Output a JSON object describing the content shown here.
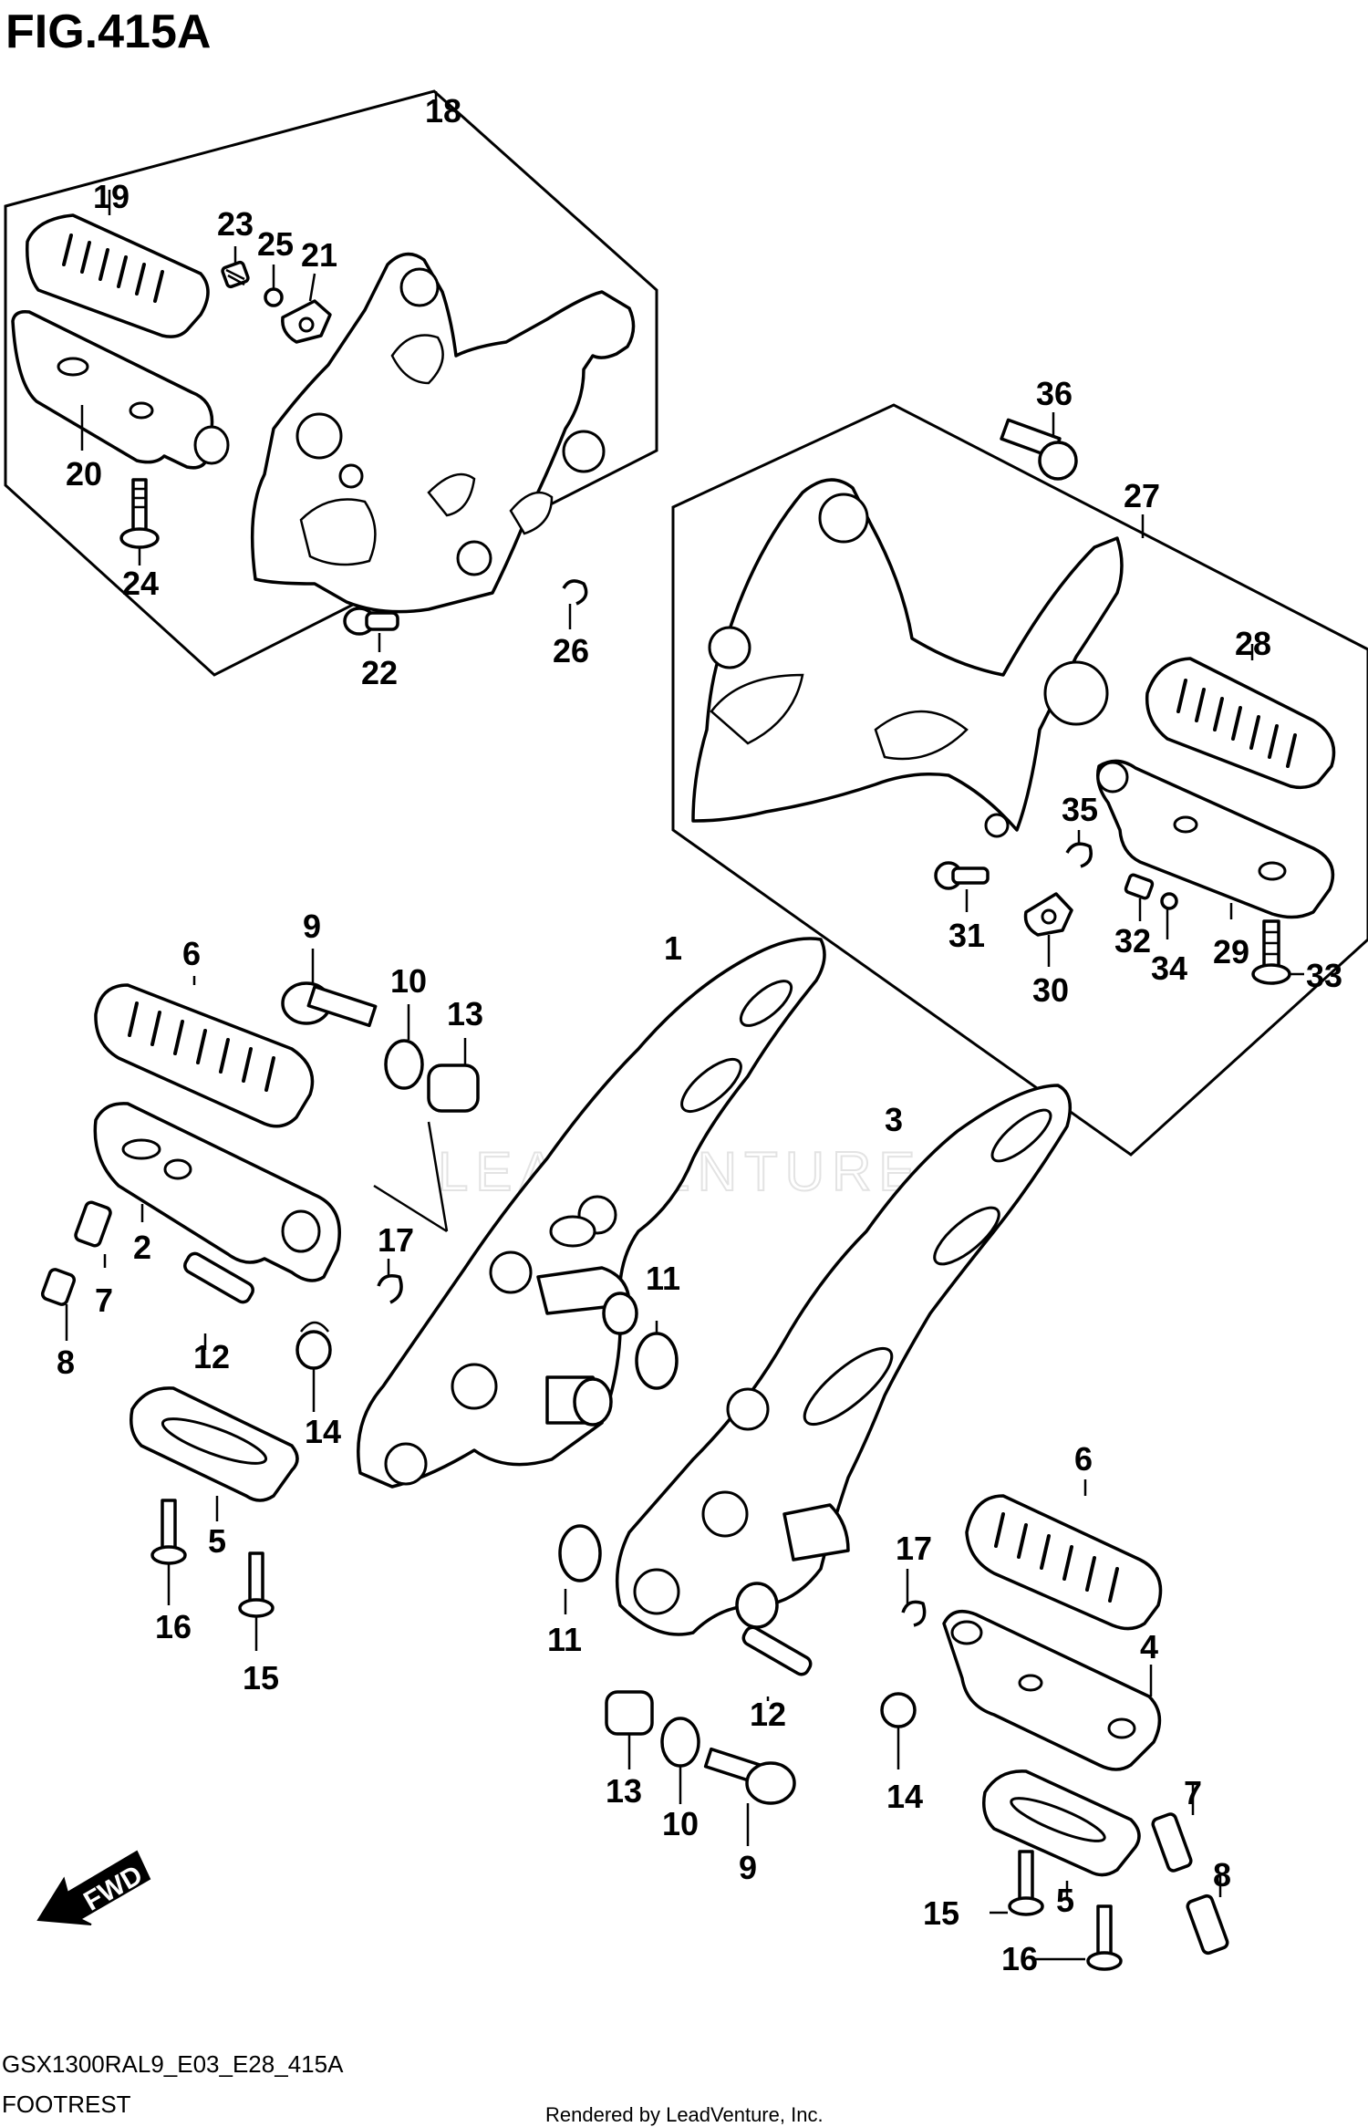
{
  "figure": {
    "title": "FIG.415A",
    "model_code": "GSX1300RAL9_E03_E28_415A",
    "name": "FOOTREST",
    "credit": "Rendered by LeadVenture, Inc.",
    "watermark": "LEADVENTURE",
    "direction_label": "FWD"
  },
  "callouts": {
    "c1": "1",
    "c2": "2",
    "c3": "3",
    "c4": "4",
    "c5a": "5",
    "c5b": "5",
    "c6a": "6",
    "c6b": "6",
    "c7a": "7",
    "c7b": "7",
    "c8a": "8",
    "c8b": "8",
    "c9a": "9",
    "c9b": "9",
    "c10a": "10",
    "c10b": "10",
    "c11a": "11",
    "c11b": "11",
    "c12a": "12",
    "c12b": "12",
    "c13a": "13",
    "c13b": "13",
    "c14a": "14",
    "c14b": "14",
    "c15a": "15",
    "c15b": "15",
    "c16a": "16",
    "c16b": "16",
    "c17a": "17",
    "c17b": "17",
    "c18": "18",
    "c19": "19",
    "c20": "20",
    "c21": "21",
    "c22": "22",
    "c23": "23",
    "c24": "24",
    "c25": "25",
    "c26": "26",
    "c27": "27",
    "c28": "28",
    "c29": "29",
    "c30": "30",
    "c31": "31",
    "c32": "32",
    "c33": "33",
    "c34": "34",
    "c35": "35",
    "c36": "36"
  }
}
